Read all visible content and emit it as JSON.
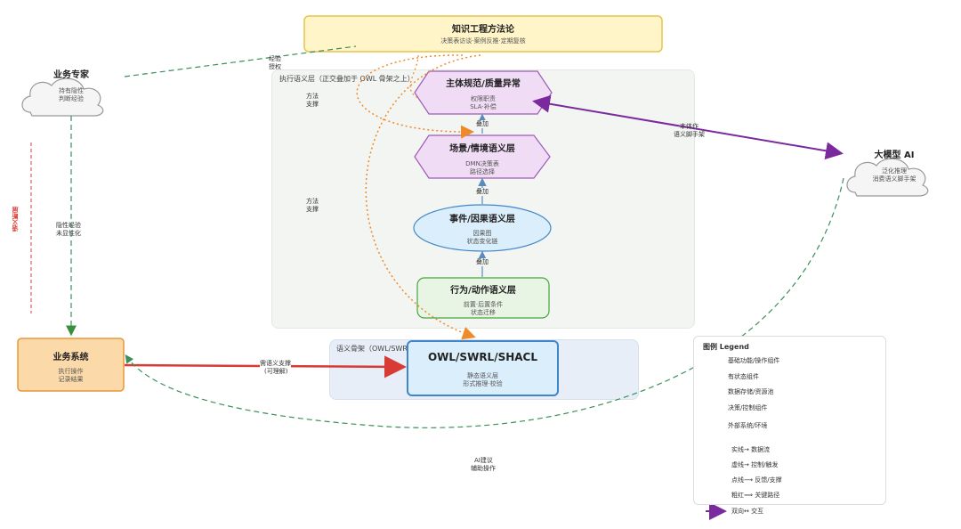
{
  "methodology": {
    "title": "知识工程方法论",
    "sub": "决策表访谈·案例反推·定期复核"
  },
  "expert": {
    "title": "业务专家",
    "sub1": "持有隐性",
    "sub2": "判断经验"
  },
  "big_model": {
    "title": "大模型 AI",
    "sub1": "泛化推理",
    "sub2": "消费语义脚手架"
  },
  "biz_system": {
    "title": "业务系统",
    "sub1": "执行操作",
    "sub2": "记录结果"
  },
  "exec_layer": {
    "label": "执行语义层（正交叠加于 OWL 骨架之上）"
  },
  "skeleton": {
    "label": "语义骨架（OWL/SWRL）"
  },
  "subject_layer": {
    "title": "主体规范/质量异常",
    "sub1": "权限职责",
    "sub2": "SLA·补偿"
  },
  "scene_layer": {
    "title": "场景/情境语义层",
    "sub1": "DMN决策表",
    "sub2": "路径选择"
  },
  "event_layer": {
    "title": "事件/因果语义层",
    "sub1": "因果图",
    "sub2": "状态变化链"
  },
  "behavior_layer": {
    "title": "行为/动作语义层",
    "sub1": "前置·后置条件",
    "sub2": "状态迁移"
  },
  "owl": {
    "title": "OWL/SWRL/SHACL",
    "sub1": "静态语义层",
    "sub2": "形式推理·校验"
  },
  "labels": {
    "experience_1": "经验",
    "experience_2": "授权",
    "method_support_a1": "方法",
    "method_support_a2": "支撑",
    "method_support_b1": "方法",
    "method_support_b2": "支撑",
    "tacit_1": "隐性经验",
    "tacit_2": "未显性化",
    "semantic_gap": "语义断层",
    "overlay_1": "叠加",
    "overlay_2": "叠加",
    "overlay_3": "叠加",
    "ontology_1": "本体作",
    "ontology_2": "语义脚手架",
    "need_support_1": "需语义支撑",
    "need_support_2": "(可理解)",
    "ai_assist_1": "AI建议",
    "ai_assist_2": "辅助操作"
  },
  "legend": {
    "title": "图例 Legend",
    "items": [
      "基础功能/操作组件",
      "有状态组件",
      "数据存储/资源池",
      "决策/控制组件",
      "外部系统/环境",
      "实线→ 数据流",
      "虚线→ 控制/触发",
      "点线⟶ 反馈/支撑",
      "粗红⟹ 关键路径",
      "双向↔ 交互"
    ]
  },
  "colors": {
    "orange_fill": "#fcd9a8",
    "orange_border": "#e8973a",
    "green_fill": "#e8f5e4",
    "green_border": "#4aa33e",
    "blue_fill": "#dbeefb",
    "blue_border": "#3f86c9",
    "purple_fill": "#f0dcf5",
    "purple_border": "#a05ab8",
    "yellow_fill": "#fff5c9",
    "yellow_border": "#e6c34a",
    "red": "#d83a34",
    "dark_purple": "#7a2a9c",
    "dashed_green": "#3a8f5a",
    "dotted_orange": "#ef8a2a"
  }
}
